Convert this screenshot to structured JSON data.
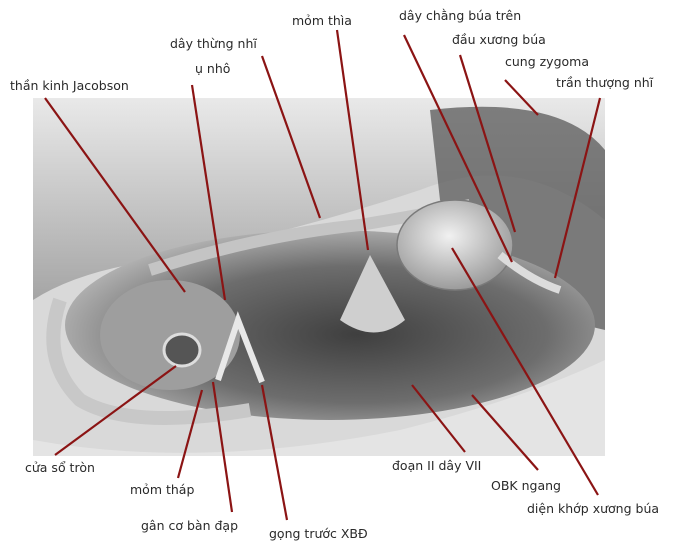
{
  "labels": {
    "jacobson": "thần kinh Jacobson",
    "chorda": "dây thừng nhĩ",
    "promontory": "ụ nhô",
    "cochleariform": "mỏm thìa",
    "sup_malleal_lig": "dây chằng búa trên",
    "malleus_head": "đầu xương búa",
    "zygoma": "cung zygoma",
    "attic_roof": "trần thượng nhĩ",
    "round_window": "cửa sổ tròn",
    "pyramidal": "mỏm tháp",
    "stapedius": "gân cơ bàn đạp",
    "ant_crus": "gọng trước XBĐ",
    "facial_ii": "đoạn II dây VII",
    "lat_canal": "OBK ngang",
    "incudomalleal": "diện khớp xương búa"
  },
  "colors": {
    "arrow": "#8b1414",
    "text": "#2a2a2a"
  }
}
